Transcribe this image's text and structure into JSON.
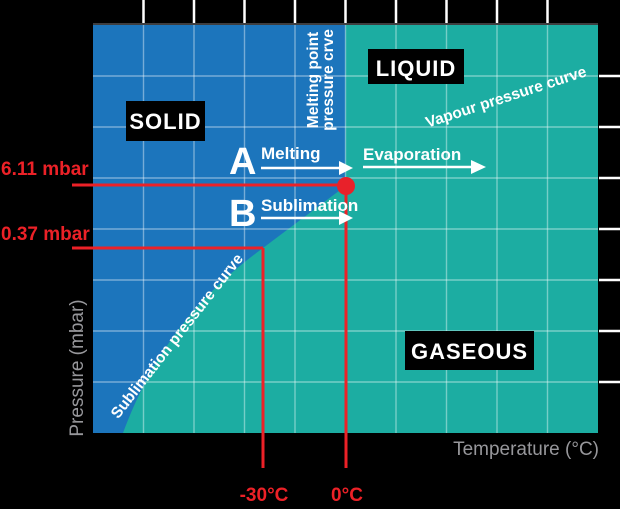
{
  "chart_data": {
    "type": "area",
    "title": "Pressure–temperature phase diagram",
    "xlabel": "Temperature (°C)",
    "ylabel": "Pressure (mbar)",
    "grid": true,
    "legend": false,
    "regions": [
      {
        "name": "SOLID",
        "color": "#1C75BC"
      },
      {
        "name": "LIQUID",
        "color": "#1CADA2"
      },
      {
        "name": "GASEOUS",
        "color": "#1CADA2"
      }
    ],
    "curves": [
      {
        "name": "Melting point pressure crve",
        "separates": [
          "SOLID",
          "LIQUID"
        ]
      },
      {
        "name": "Vapour pressure curve",
        "separates": [
          "LIQUID",
          "GASEOUS"
        ]
      },
      {
        "name": "Sublimation pressure curve",
        "separates": [
          "SOLID",
          "GASEOUS"
        ]
      }
    ],
    "key_points": [
      {
        "marker": "red dot",
        "temperature_c": 0,
        "pressure_mbar": 6.11
      },
      {
        "marker": "red reference lines",
        "temperature_c": -30,
        "pressure_mbar": 0.37
      }
    ],
    "processes": [
      {
        "id": "A",
        "name": "Melting",
        "followed_by": "Evaporation"
      },
      {
        "id": "B",
        "name": "Sublimation"
      }
    ],
    "x_axis_marks": [
      "-30°C",
      "0°C"
    ],
    "y_axis_marks": [
      "6.11 mbar",
      "0.37 mbar"
    ]
  },
  "labels": {
    "solid": "SOLID",
    "liquid": "LIQUID",
    "gaseous": "GASEOUS",
    "melting_curve_line1": "Melting point",
    "melting_curve_line2": "pressure crve",
    "vapour_curve": "Vapour pressure curve",
    "sublimation_curve": "Sublimation pressure curve",
    "letter_a": "A",
    "letter_b": "B",
    "melting": "Melting",
    "sublimation": "Sublimation",
    "evaporation": "Evaporation",
    "p_611": "6.11 mbar",
    "p_037": "0.37 mbar",
    "t_minus30": "-30°C",
    "t_zero": "0°C",
    "x_axis": "Temperature (°C)",
    "y_axis": "Pressure (mbar)"
  },
  "colors": {
    "background": "#000000",
    "solid_region_blue": "#1C75BC",
    "fluid_region_teal": "#1CADA2",
    "accent_red": "#EC2127",
    "axis_text_gray": "#97979B",
    "label_box_black": "#000000",
    "gridline": "rgba(255,255,255,0.4)"
  }
}
